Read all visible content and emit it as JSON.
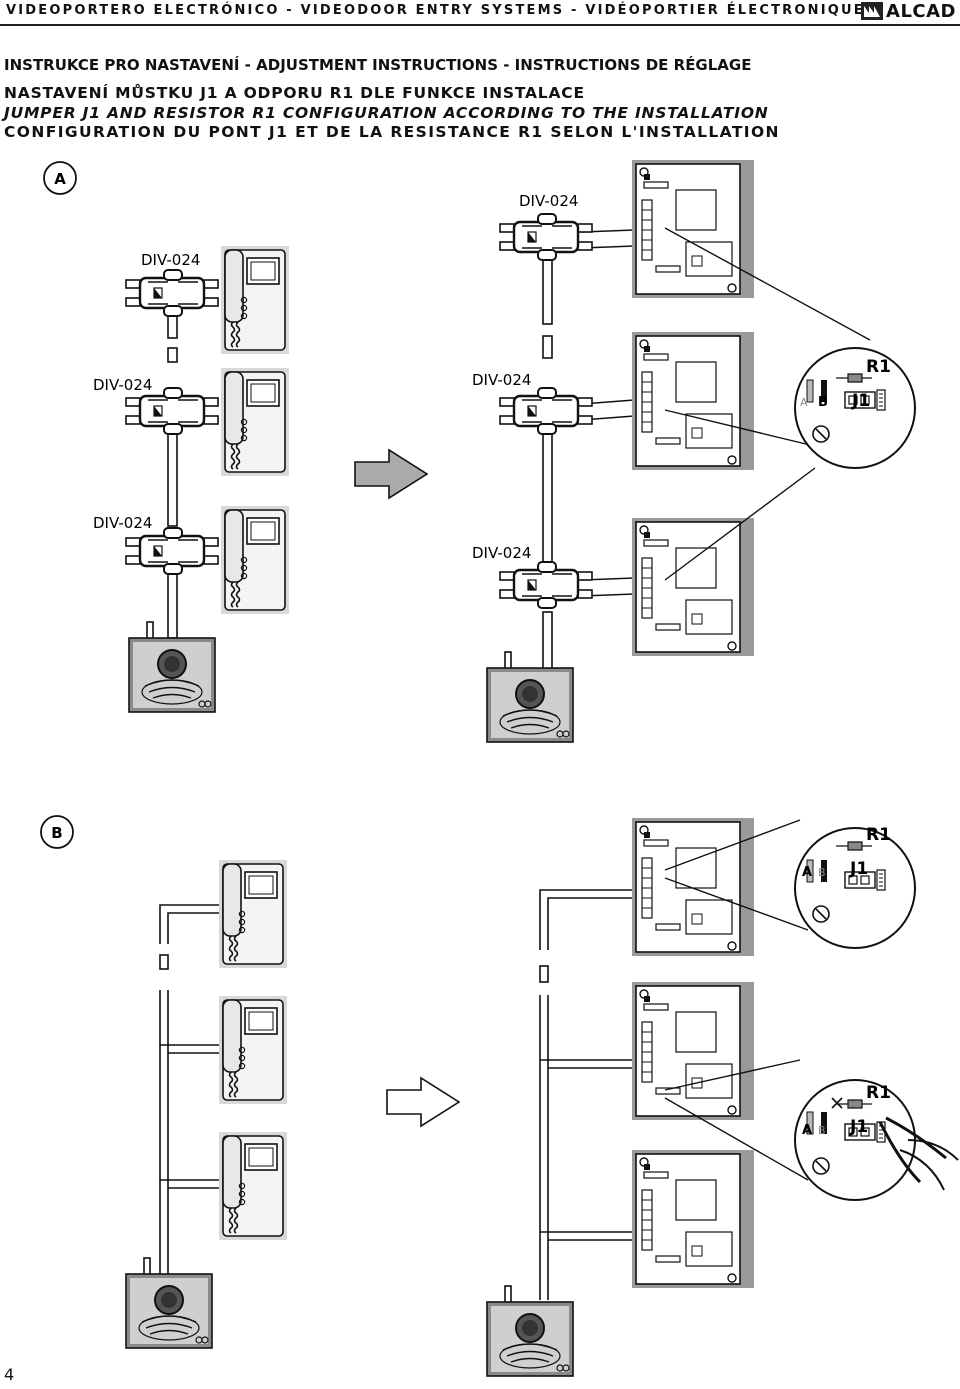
{
  "header": {
    "band": "VIDEOPORTERO ELECTRÓNICO - VIDEODOOR ENTRY SYSTEMS - VIDÉOPORTIER ÉLECTRONIQUE",
    "brand": "ALCAD"
  },
  "section": {
    "title": "INSTRUKCE PRO NASTAVENÍ - ADJUSTMENT INSTRUCTIONS - INSTRUCTIONS DE RÉGLAGE",
    "subtitle_cz": "NASTAVENÍ MŮSTKU J1 A ODPORU R1 DLE FUNKCE INSTALACE",
    "subtitle_en": "JUMPER J1 AND RESISTOR  R1 CONFIGURATION ACCORDING TO THE INSTALLATION",
    "subtitle_fr": "CONFIGURATION DU PONT J1 ET DE LA RESISTANCE R1 SELON  L'INSTALLATION"
  },
  "diagram_a": {
    "label": "A",
    "divider": "DIV-024",
    "zoom": {
      "resistor": "R1",
      "jumper": "J1",
      "pos_a": "A",
      "pos_b": "B"
    }
  },
  "diagram_b": {
    "label": "B",
    "zoom_top": {
      "resistor": "R1",
      "jumper": "J1",
      "pos_a": "A",
      "pos_b": "B"
    },
    "zoom_bottom": {
      "resistor": "R1",
      "jumper": "J1",
      "pos_a": "A",
      "pos_b": "B"
    }
  },
  "page_number": "4"
}
